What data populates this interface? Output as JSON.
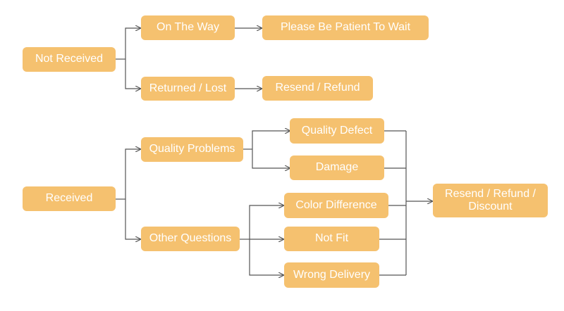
{
  "colors": {
    "node_fill": "#f5c16f",
    "node_text": "#ffffff",
    "connector": "#555555",
    "background": "#ffffff"
  },
  "nodes": {
    "not_received": "Not Received",
    "on_the_way": "On The Way",
    "please_be_patient": "Please Be Patient To Wait",
    "returned_lost": "Returned / Lost",
    "resend_refund": "Resend / Refund",
    "received": "Received",
    "quality_problems": "Quality Problems",
    "other_questions": "Other Questions",
    "quality_defect": "Quality Defect",
    "damage": "Damage",
    "color_difference": "Color Difference",
    "not_fit": "Not Fit",
    "wrong_delivery": "Wrong Delivery",
    "resend_refund_discount": "Resend / Refund / Discount"
  }
}
